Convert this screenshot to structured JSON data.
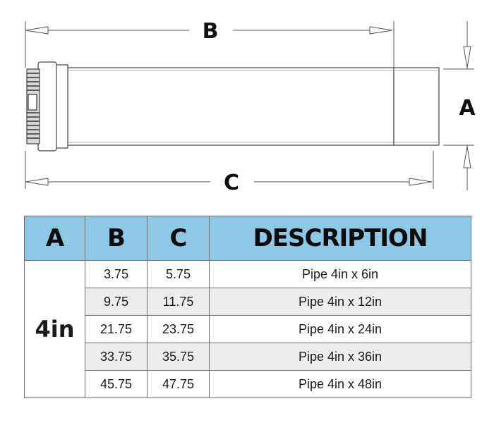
{
  "dimensions": {
    "b": "B",
    "a": "A",
    "c": "C"
  },
  "table": {
    "headers": [
      "A",
      "B",
      "C",
      "DESCRIPTION"
    ],
    "size": "4in",
    "rows": [
      {
        "b": "3.75",
        "c": "5.75",
        "description": "Pipe 4in x 6in"
      },
      {
        "b": "9.75",
        "c": "11.75",
        "description": "Pipe 4in x 12in"
      },
      {
        "b": "21.75",
        "c": "23.75",
        "description": "Pipe 4in x 24in"
      },
      {
        "b": "33.75",
        "c": "35.75",
        "description": "Pipe 4in x 36in"
      },
      {
        "b": "45.75",
        "c": "47.75",
        "description": "Pipe 4in x 48in"
      }
    ]
  },
  "colors": {
    "header_bg": "#8fc8e6",
    "row_shade": "#ececec"
  }
}
